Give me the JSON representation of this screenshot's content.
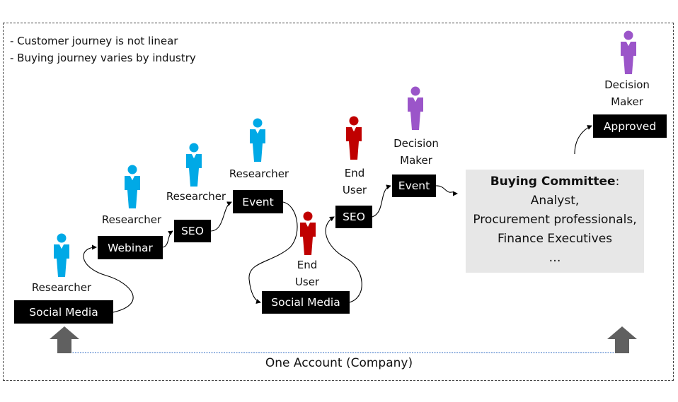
{
  "notes": [
    "- Customer journey is not linear",
    "- Buying journey varies by industry"
  ],
  "colors": {
    "researcher": "#00a9e6",
    "end_user": "#c00000",
    "decision_maker": "#9b55c9",
    "touchpoint_bg": "#000000",
    "committee_bg": "#e7e7e7",
    "account_line": "#5a8ad0",
    "arrow_up": "#606060"
  },
  "steps": [
    {
      "touchpoint": "Social Media",
      "role": "Researcher",
      "role_type": "researcher"
    },
    {
      "touchpoint": "Webinar",
      "role": "Researcher",
      "role_type": "researcher"
    },
    {
      "touchpoint": "SEO",
      "role": "Researcher",
      "role_type": "researcher"
    },
    {
      "touchpoint": "Event",
      "role": "Researcher",
      "role_type": "researcher"
    },
    {
      "touchpoint": "Social Media",
      "role_line1": "End",
      "role_line2": "User",
      "role_type": "end_user"
    },
    {
      "touchpoint": "SEO",
      "role_line1": "End",
      "role_line2": "User",
      "role_type": "end_user"
    },
    {
      "touchpoint": "Event",
      "role_line1": "Decision",
      "role_line2": "Maker",
      "role_type": "decision_maker"
    },
    {
      "touchpoint": "Approved",
      "role_line1": "Decision",
      "role_line2": "Maker",
      "role_type": "decision_maker"
    }
  ],
  "committee": {
    "header": "Buying Committee",
    "header_suffix": ":",
    "members": [
      "Analyst,",
      "Procurement professionals,",
      "Finance Executives",
      "…"
    ]
  },
  "account_label": "One Account (Company)"
}
